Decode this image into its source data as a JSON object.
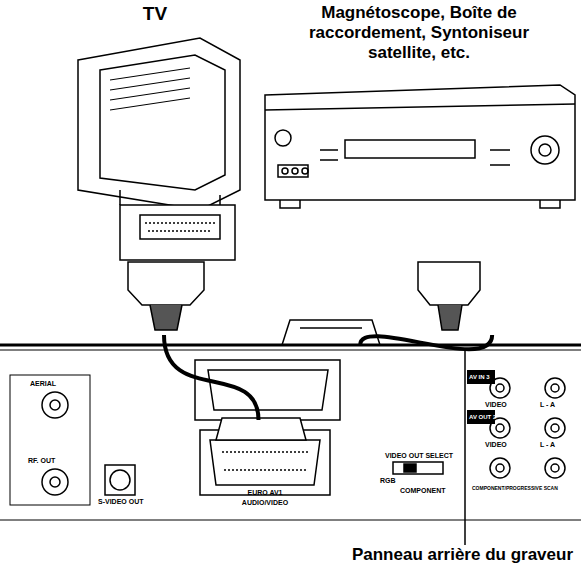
{
  "diagram": {
    "nodes": [
      {
        "text": [
          "TV"
        ]
      },
      {
        "text": [
          "Magnétoscope, Boîte de raccordement, Syntoniseur satellite, etc."
        ]
      },
      {
        "text": [
          "Panneau arrière du graveur"
        ]
      },
      {
        "text": [
          "EURO AV1 AUDIO/VIDEO"
        ],
        "in": 2
      }
    ],
    "edges": [
      {
        "from": 0,
        "to": 3,
        "arrow": "none"
      },
      {
        "from": 1,
        "to": 2,
        "arrow": "none"
      }
    ],
    "labels": [
      "AERIAL",
      "RF. OUT",
      "S-VIDEO OUT",
      "AV IN 3",
      "AV OUT 2",
      "VIDEO",
      "VIDEO",
      "L - A",
      "L - A",
      "VIDEO OUT SELECT",
      "RGB",
      "COMPONENT",
      "COMPONENT/PROGRESSIVE SCAN"
    ]
  }
}
